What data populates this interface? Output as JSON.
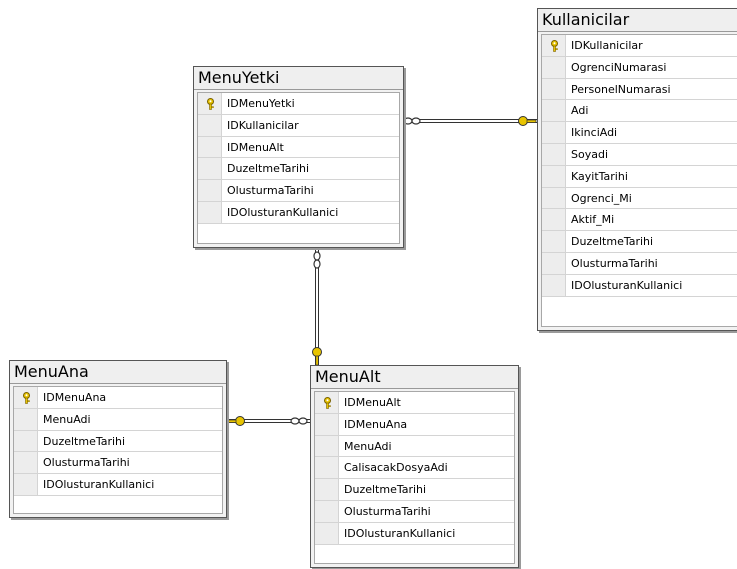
{
  "tables": {
    "menuyetki": {
      "name": "MenuYetki",
      "columns": [
        "IDMenuYetki",
        "IDKullanicilar",
        "IDMenuAlt",
        "DuzeltmeTarihi",
        "OlusturmaTarihi",
        "IDOlusturanKullanici"
      ],
      "primary_key": "IDMenuYetki"
    },
    "kullanicilar": {
      "name": "Kullanicilar",
      "columns": [
        "IDKullanicilar",
        "OgrenciNumarasi",
        "PersonelNumarasi",
        "Adi",
        "IkinciAdi",
        "Soyadi",
        "KayitTarihi",
        "Ogrenci_Mi",
        "Aktif_Mi",
        "DuzeltmeTarihi",
        "OlusturmaTarihi",
        "IDOlusturanKullanici"
      ],
      "primary_key": "IDKullanicilar"
    },
    "menuana": {
      "name": "MenuAna",
      "columns": [
        "IDMenuAna",
        "MenuAdi",
        "DuzeltmeTarihi",
        "OlusturmaTarihi",
        "IDOlusturanKullanici"
      ],
      "primary_key": "IDMenuAna"
    },
    "menualt": {
      "name": "MenuAlt",
      "columns": [
        "IDMenuAlt",
        "IDMenuAna",
        "MenuAdi",
        "CalisacakDosyaAdi",
        "DuzeltmeTarihi",
        "OlusturmaTarihi",
        "IDOlusturanKullanici"
      ],
      "primary_key": "IDMenuAlt"
    }
  },
  "relationships": [
    {
      "one": "Kullanicilar",
      "many": "MenuYetki"
    },
    {
      "one": "MenuAlt",
      "many": "MenuYetki"
    },
    {
      "one": "MenuAna",
      "many": "MenuAlt"
    }
  ],
  "icons": {
    "primary_key": "key-icon",
    "one_end": "key-icon",
    "many_end": "infinity-icon"
  },
  "colors": {
    "key": "#e8c400",
    "border": "#555555",
    "line": "#333333"
  }
}
